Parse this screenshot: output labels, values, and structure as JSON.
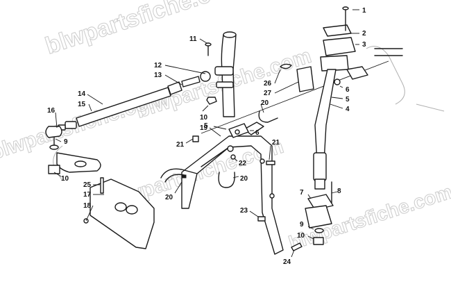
{
  "watermark": {
    "top": "blwpartsfiche.com",
    "left": "blwpartsfiche.com",
    "center": "blwpartsfiche.com",
    "lower": "blwpartsfiche.com",
    "bottom": "blwpartsfiche.com",
    "color": "#cfcfcf"
  },
  "callouts": [
    {
      "id": "c1",
      "label": "1"
    },
    {
      "id": "c2",
      "label": "2"
    },
    {
      "id": "c3",
      "label": "3"
    },
    {
      "id": "c4",
      "label": "4"
    },
    {
      "id": "c5a",
      "label": "5"
    },
    {
      "id": "c5b",
      "label": "5"
    },
    {
      "id": "c6a",
      "label": "6"
    },
    {
      "id": "c6b",
      "label": "6"
    },
    {
      "id": "c7",
      "label": "7"
    },
    {
      "id": "c8",
      "label": "8"
    },
    {
      "id": "c9a",
      "label": "9"
    },
    {
      "id": "c9b",
      "label": "9"
    },
    {
      "id": "c10a",
      "label": "10"
    },
    {
      "id": "c10b",
      "label": "10"
    },
    {
      "id": "c10c",
      "label": "10"
    },
    {
      "id": "c11",
      "label": "11"
    },
    {
      "id": "c12",
      "label": "12"
    },
    {
      "id": "c13",
      "label": "13"
    },
    {
      "id": "c14",
      "label": "14"
    },
    {
      "id": "c15",
      "label": "15"
    },
    {
      "id": "c16",
      "label": "16"
    },
    {
      "id": "c17",
      "label": "17"
    },
    {
      "id": "c18",
      "label": "18"
    },
    {
      "id": "c19",
      "label": "19"
    },
    {
      "id": "c20a",
      "label": "20"
    },
    {
      "id": "c20b",
      "label": "20"
    },
    {
      "id": "c20c",
      "label": "20"
    },
    {
      "id": "c21a",
      "label": "21"
    },
    {
      "id": "c21b",
      "label": "21"
    },
    {
      "id": "c22",
      "label": "22"
    },
    {
      "id": "c23",
      "label": "23"
    },
    {
      "id": "c24",
      "label": "24"
    },
    {
      "id": "c25",
      "label": "25"
    },
    {
      "id": "c26",
      "label": "26"
    },
    {
      "id": "c27",
      "label": "27"
    }
  ]
}
